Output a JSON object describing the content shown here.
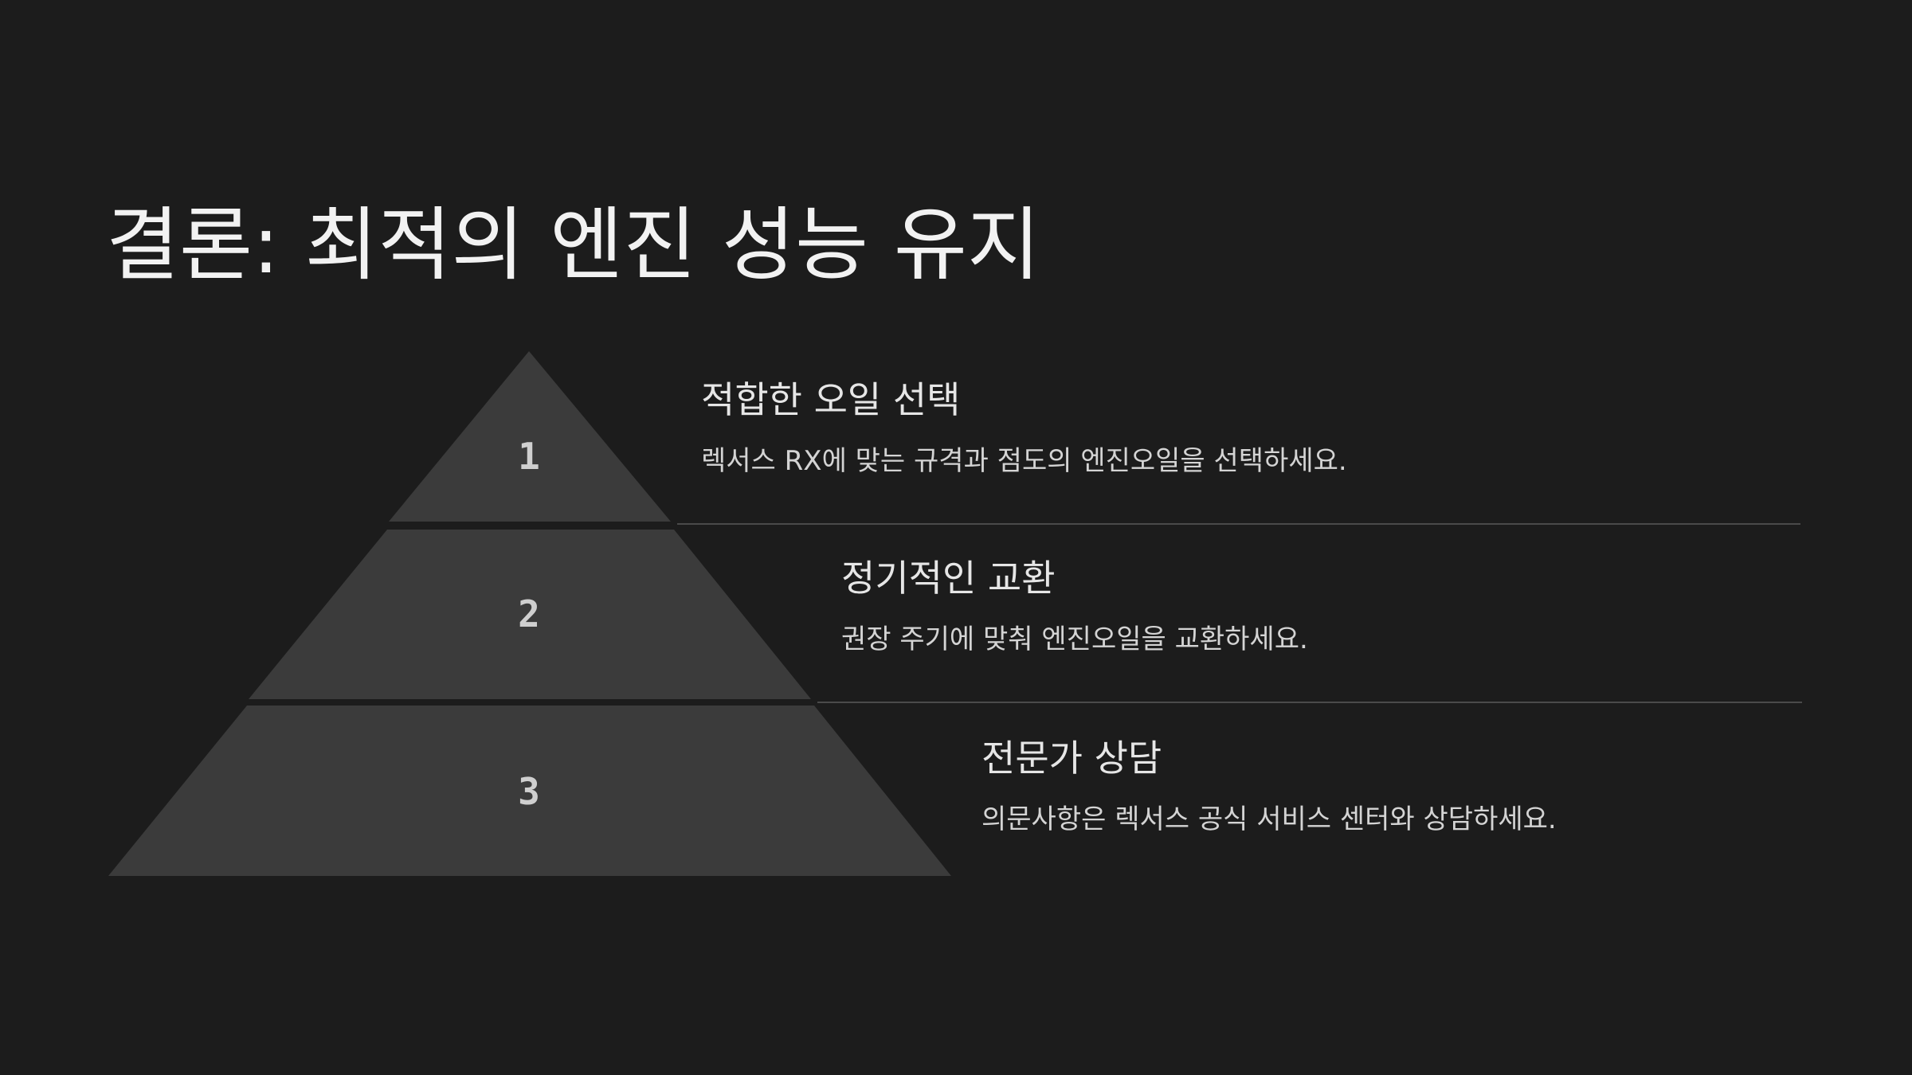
{
  "slide": {
    "title": "결론: 최적의 엔진 성능 유지"
  },
  "pyramid": {
    "tiers": [
      {
        "number": "1",
        "title": "적합한 오일 선택",
        "description": "렉서스 RX에 맞는 규격과 점도의 엔진오일을 선택하세요."
      },
      {
        "number": "2",
        "title": "정기적인 교환",
        "description": "권장 주기에 맞춰 엔진오일을 교환하세요."
      },
      {
        "number": "3",
        "title": "전문가 상담",
        "description": "의문사항은 렉서스 공식 서비스 센터와 상담하세요."
      }
    ]
  },
  "colors": {
    "background": "#1c1c1c",
    "tier_fill": "#3b3b3b",
    "divider": "#4a4a4a"
  }
}
